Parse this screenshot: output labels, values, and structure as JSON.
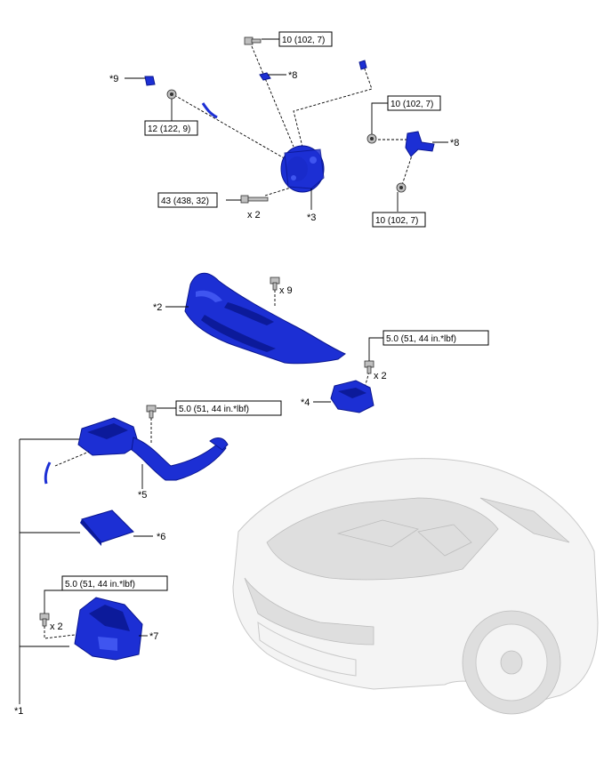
{
  "callouts": {
    "c1": "*1",
    "c2": "*2",
    "c3": "*3",
    "c4": "*4",
    "c5": "*5",
    "c6": "*6",
    "c7": "*7",
    "c8a": "*8",
    "c8b": "*8",
    "c9": "*9"
  },
  "torque": {
    "t1": "10 (102, 7)",
    "t2": "12 (122, 9)",
    "t3": "10 (102, 7)",
    "t4": "43 (438, 32)",
    "t5": "10 (102, 7)",
    "t6": "5.0 (51, 44 in.*lbf)",
    "t7": "5.0 (51, 44 in.*lbf)",
    "t8": "5.0 (51, 44 in.*lbf)"
  },
  "quantity": {
    "q1": "x 2",
    "q2": "x 9",
    "q3": "x 2",
    "q4": "x 2"
  },
  "colors": {
    "part": "#1c2fd4",
    "car": "#f4f4f4"
  }
}
